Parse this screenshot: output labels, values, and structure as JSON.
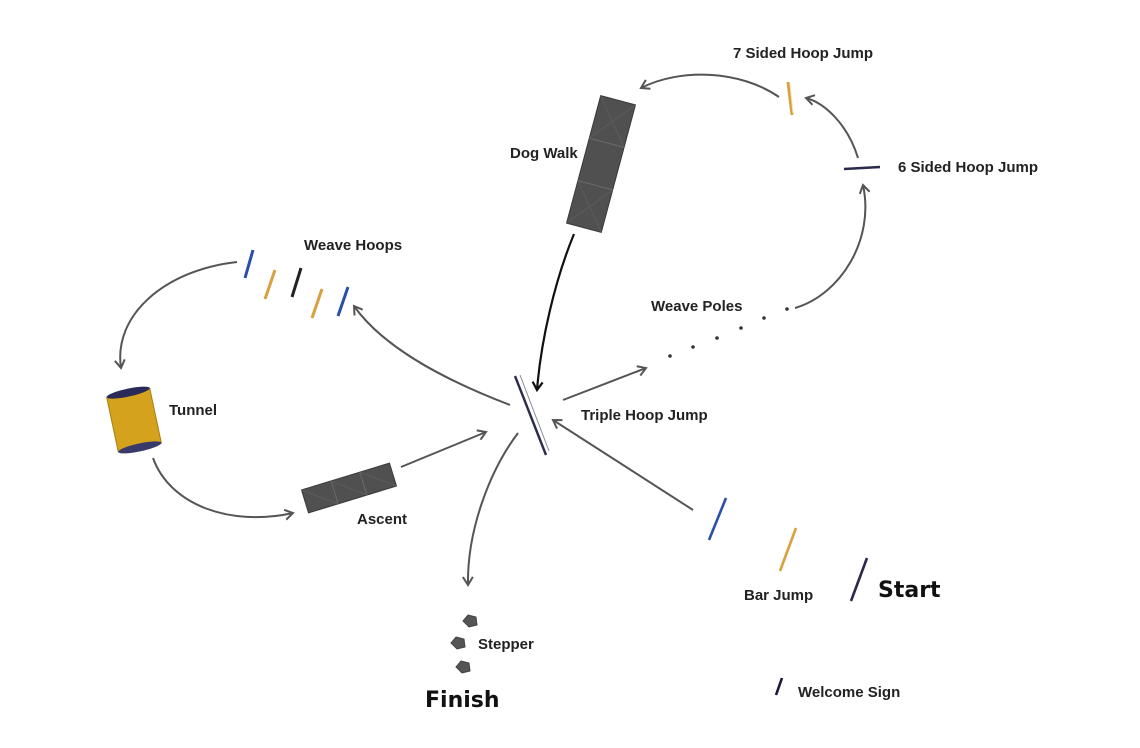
{
  "labels": {
    "seven_sided_hoop_jump": "7 Sided Hoop Jump",
    "six_sided_hoop_jump": "6 Sided Hoop Jump",
    "dog_walk": "Dog Walk",
    "weave_hoops": "Weave Hoops",
    "weave_poles": "Weave Poles",
    "tunnel": "Tunnel",
    "triple_hoop_jump": "Triple Hoop Jump",
    "ascent": "Ascent",
    "bar_jump": "Bar Jump",
    "start": "Start",
    "stepper": "Stepper",
    "finish": "Finish",
    "welcome_sign": "Welcome Sign"
  },
  "colors": {
    "arrow": "#555555",
    "arrow_dark": "#111111",
    "equipment_dark": "#505050",
    "tunnel_yellow": "#d4a21c",
    "hoop_blue": "#2a4fa8",
    "hoop_orange": "#d9a040",
    "pole_black": "#222222"
  }
}
